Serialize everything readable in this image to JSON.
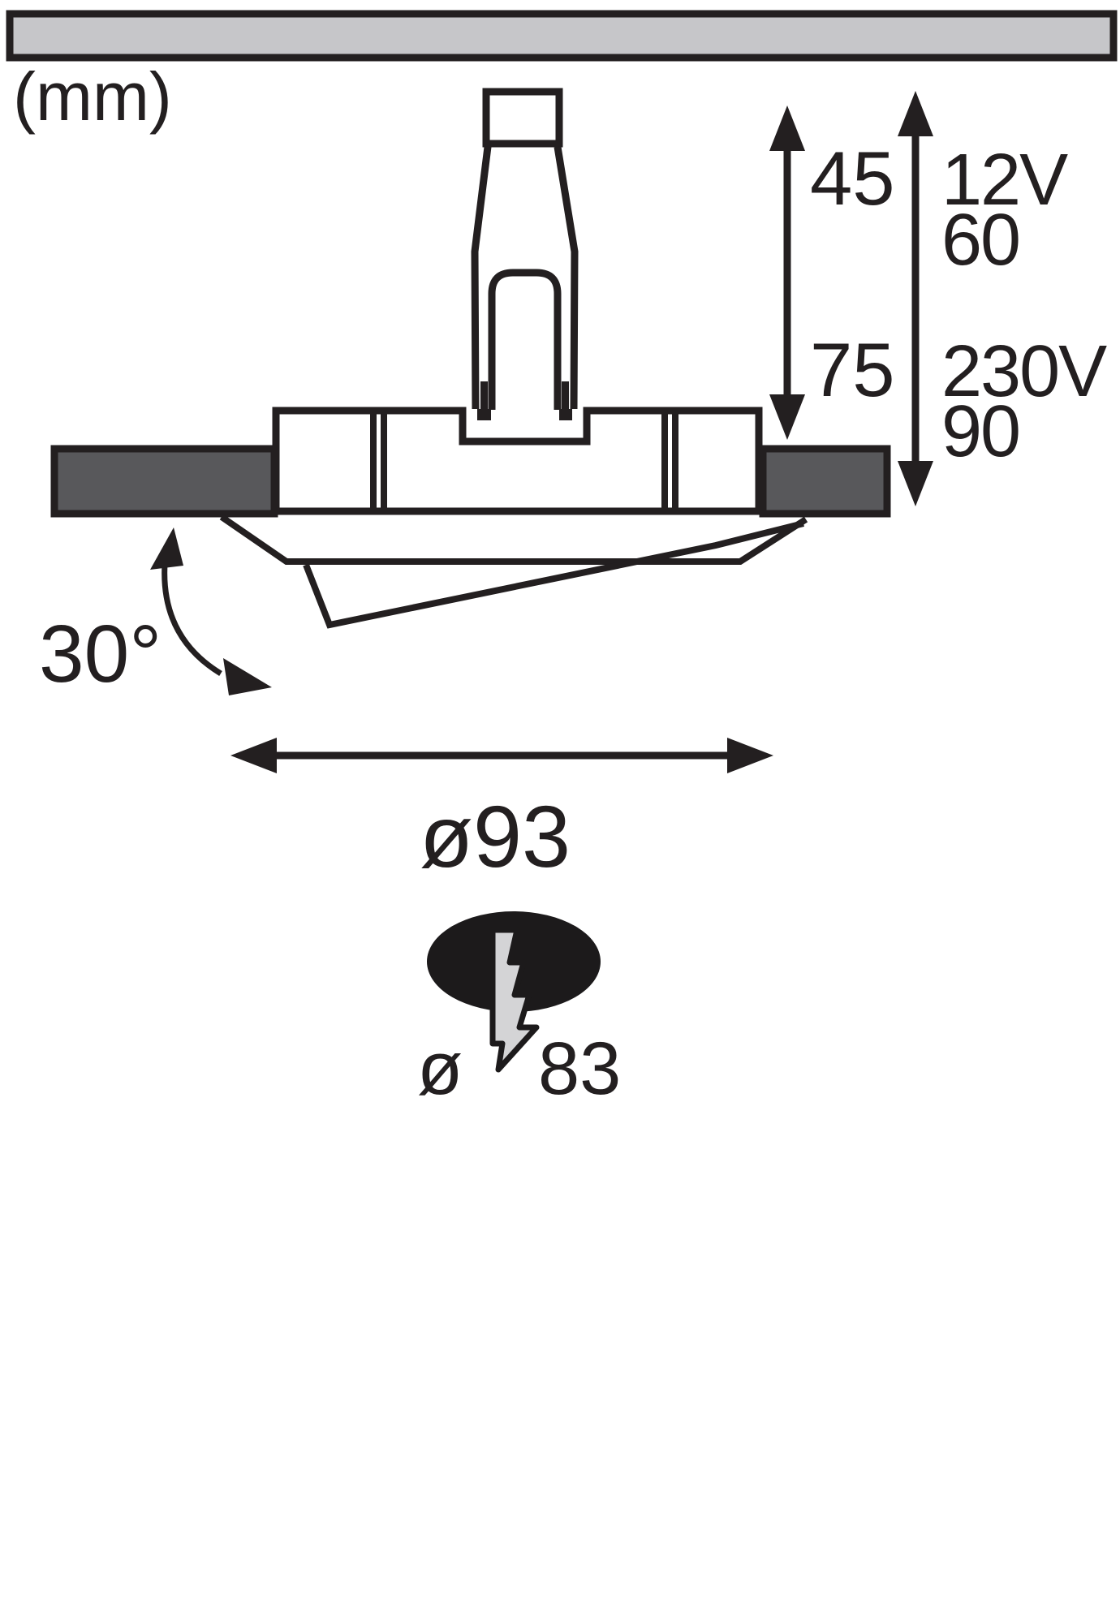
{
  "drawing": {
    "unit_label": "(mm)",
    "tilt_angle": "30°",
    "outer_diameter": "ø93",
    "cutout": {
      "prefix": "ø",
      "value": "83"
    },
    "depth_dimension": {
      "value_12v": "45",
      "value_230v": "75"
    },
    "total_height_dimension": {
      "system_a": "12V",
      "height_a": "60",
      "system_b": "230V",
      "height_b": "90"
    }
  },
  "colors": {
    "line": "#231f20",
    "ceiling_fill": "#c6c6c9",
    "flange_fill": "#58585b",
    "cutout_ellipse_fill": "#1c1a1b",
    "bolt_fill": "#d4d4d6",
    "background": "#ffffff"
  }
}
